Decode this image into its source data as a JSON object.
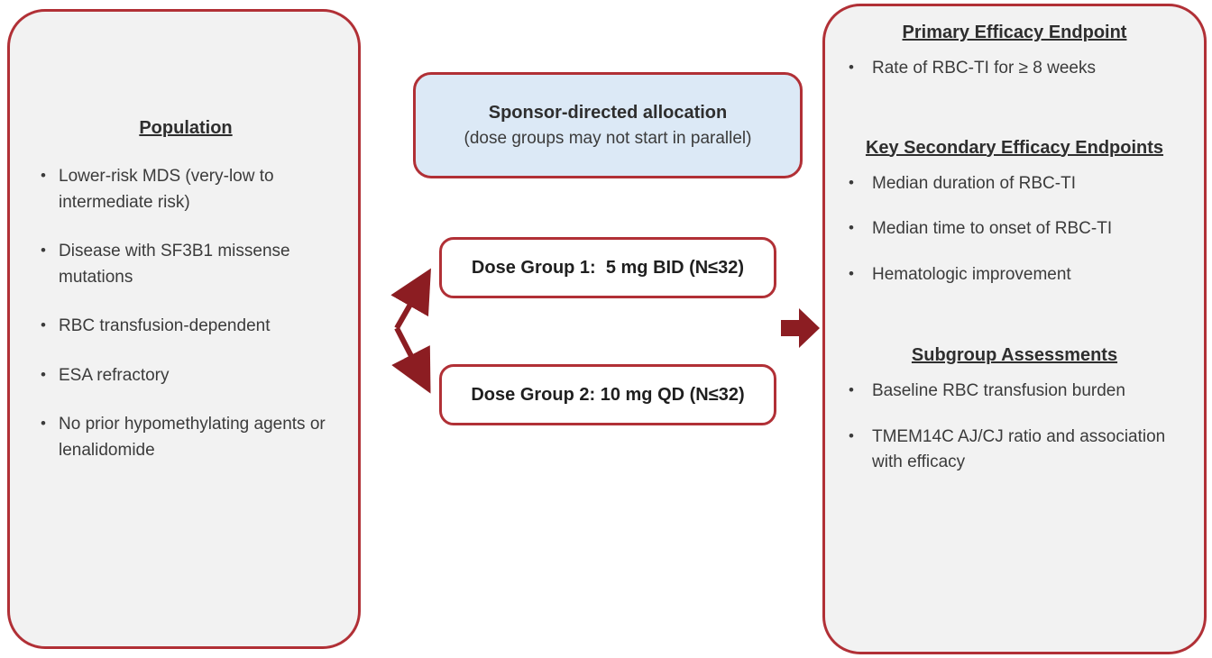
{
  "population": {
    "title": "Population",
    "items": [
      "Lower-risk MDS (very-low to intermediate risk)",
      "Disease with SF3B1 missense mutations",
      "RBC transfusion-dependent",
      "ESA refractory",
      "No prior hypomethylating agents or lenalidomide"
    ]
  },
  "allocation": {
    "title": "Sponsor-directed allocation",
    "subtitle": "(dose groups may not start in parallel)"
  },
  "dose_groups": [
    {
      "label": "Dose Group 1:  5 mg BID (N≤32)"
    },
    {
      "label": "Dose Group 2: 10 mg QD (N≤32)"
    }
  ],
  "endpoints": {
    "sections": [
      {
        "title": "Primary Efficacy Endpoint",
        "items": [
          "Rate of RBC-TI for ≥ 8 weeks"
        ]
      },
      {
        "title": "Key Secondary Efficacy Endpoints",
        "items": [
          "Median duration of RBC-TI",
          "Median time to onset of RBC-TI",
          "Hematologic improvement"
        ]
      },
      {
        "title": "Subgroup Assessments",
        "items": [
          "Baseline RBC transfusion burden",
          "TMEM14C AJ/CJ ratio and association with efficacy"
        ]
      }
    ]
  },
  "colors": {
    "box_border_red": "#b13036",
    "arrow_dark_red": "#8c1d22",
    "box_background_gray": "#f2f2f2",
    "allocation_background_blue": "#dce9f6",
    "text": "#3b3b3b"
  }
}
